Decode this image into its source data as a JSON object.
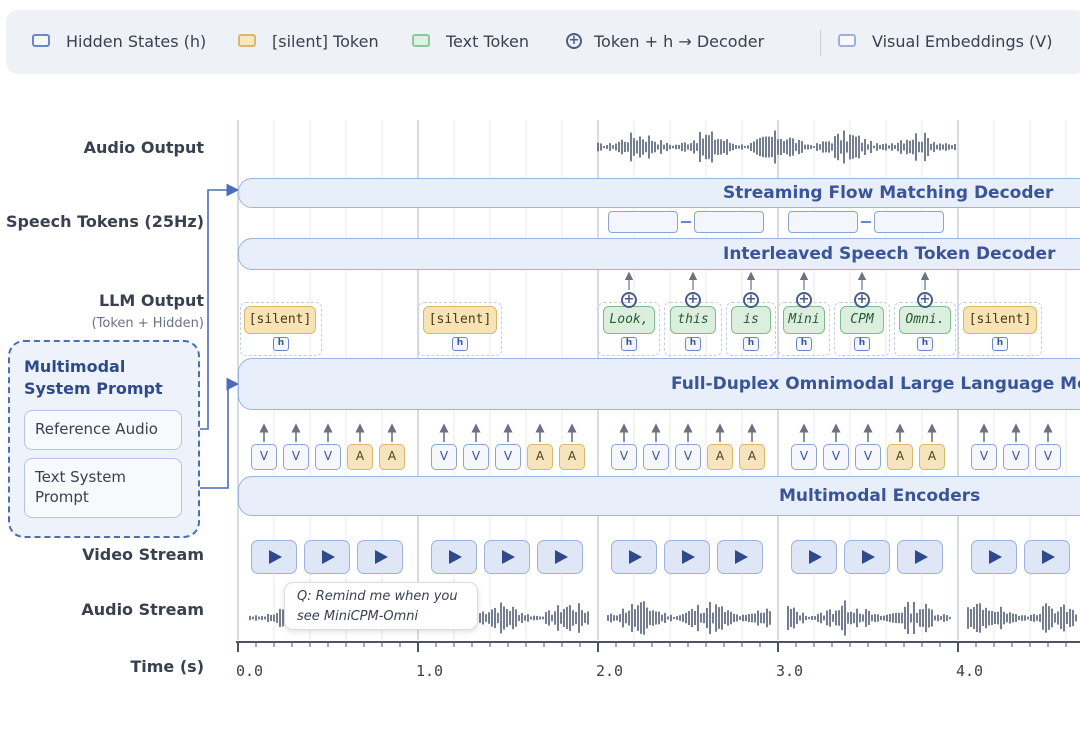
{
  "legend": {
    "items": [
      {
        "label": "Hidden States (h)",
        "swatch": "hidden"
      },
      {
        "label": "[silent] Token",
        "swatch": "silent"
      },
      {
        "label": "Text Token",
        "swatch": "text"
      },
      {
        "label": "Token + h → Decoder",
        "swatch": "circle-plus"
      },
      {
        "label": "Visual Embeddings (V)",
        "swatch": "visual"
      }
    ]
  },
  "row_labels": {
    "audio_output": "Audio Output",
    "speech_tokens": "Speech Tokens (25Hz)",
    "llm_output": "LLM Output",
    "llm_output_sub": "(Token + Hidden)",
    "video_stream": "Video Stream",
    "audio_stream": "Audio Stream",
    "time": "Time (s)"
  },
  "bands": {
    "flow": "Streaming Flow Matching Decoder",
    "speech_decoder": "Interleaved Speech Token Decoder",
    "llm": "Full-Duplex Omnimodal Large Language Model",
    "encoders": "Multimodal Encoders"
  },
  "system_prompt": {
    "title": "Multimodal System Prompt",
    "reference_audio": "Reference Audio",
    "text_system_prompt": "Text System Prompt"
  },
  "llm_tokens": [
    {
      "text": "[silent]",
      "kind": "silent"
    },
    {
      "text": "[silent]",
      "kind": "silent"
    },
    {
      "text": "Look,",
      "kind": "text"
    },
    {
      "text": "this",
      "kind": "text"
    },
    {
      "text": "is",
      "kind": "text"
    },
    {
      "text": "Mini",
      "kind": "text"
    },
    {
      "text": "CPM",
      "kind": "text"
    },
    {
      "text": "Omni.",
      "kind": "text"
    },
    {
      "text": "[silent]",
      "kind": "silent"
    }
  ],
  "hidden_label": "h",
  "input_tokens": {
    "visual": "V",
    "audio": "A"
  },
  "query_bubble": "Q: Remind me when you see MiniCPM-Omni",
  "time_ticks": [
    "0.0",
    "1.0",
    "2.0",
    "3.0",
    "4.0"
  ],
  "colors": {
    "band_fill": "#e9effa",
    "band_border": "#9db2de",
    "accent": "#3a5597",
    "silent_fill": "#f7e3b3",
    "text_fill": "#dcefdf"
  }
}
